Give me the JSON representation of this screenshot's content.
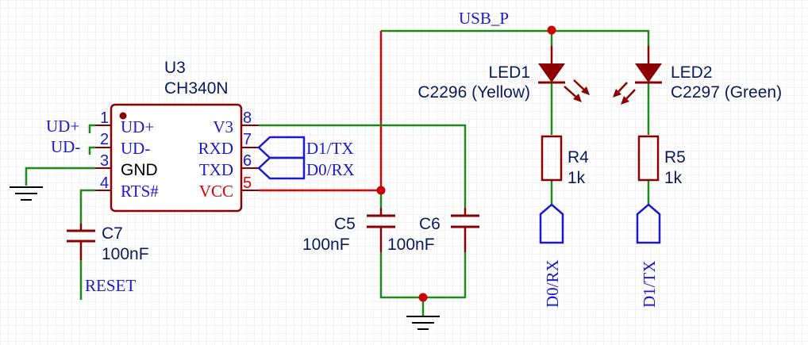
{
  "colors": {
    "background": "#ffffff",
    "grid": "#e6e6e6",
    "wire": "#1e8a1e",
    "power_wire": "#e00000",
    "component": "#8b0000",
    "junction": "#cc0000",
    "net_label_blue": "#1a1acc",
    "text_dark": "#0a1a5a"
  },
  "net_labels": {
    "usb_p": "USB_P",
    "ud_plus": "UD+",
    "ud_minus": "UD-",
    "reset": "RESET",
    "d1_tx": "D1/TX",
    "d0_rx": "D0/RX",
    "d0_rx_port": "D0/RX",
    "d1_tx_port": "D1/TX"
  },
  "ic": {
    "designator": "U3",
    "part": "CH340N",
    "pins_left": [
      {
        "number": "1",
        "name": "UD+"
      },
      {
        "number": "2",
        "name": "UD-"
      },
      {
        "number": "3",
        "name": "GND"
      },
      {
        "number": "4",
        "name": "RTS#"
      }
    ],
    "pins_right": [
      {
        "number": "8",
        "name": "V3"
      },
      {
        "number": "7",
        "name": "RXD"
      },
      {
        "number": "6",
        "name": "TXD"
      },
      {
        "number": "5",
        "name": "VCC"
      }
    ]
  },
  "components": {
    "c5": {
      "designator": "C5",
      "value": "100nF"
    },
    "c6": {
      "designator": "C6",
      "value": "100nF"
    },
    "c7": {
      "designator": "C7",
      "value": "100nF"
    },
    "led1": {
      "designator": "LED1",
      "part": "C2296 (Yellow)"
    },
    "led2": {
      "designator": "LED2",
      "part": "C2297 (Green)"
    },
    "r4": {
      "designator": "R4",
      "value": "1k"
    },
    "r5": {
      "designator": "R5",
      "value": "1k"
    }
  }
}
